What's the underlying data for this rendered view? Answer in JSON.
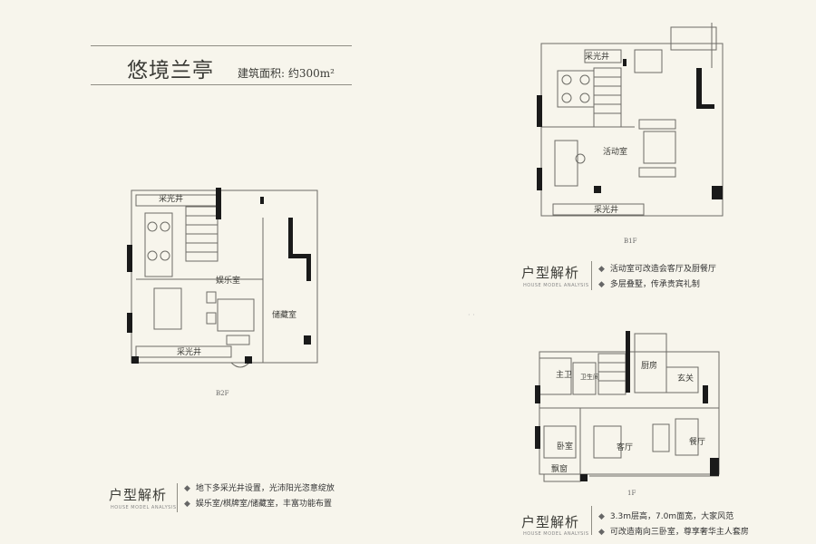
{
  "header": {
    "title": "悠境兰亭",
    "area": "建筑面积: 约300m²"
  },
  "floors": {
    "b2": {
      "caption": "B2F",
      "skylight_top": "采光井",
      "skylight_bottom": "采光井",
      "entertainment": "娱乐室",
      "storage": "储藏室"
    },
    "b1": {
      "caption": "B1F",
      "skylight_top": "采光井",
      "skylight_bottom": "采光井",
      "activity": "活动室"
    },
    "f1": {
      "caption": "1F",
      "master_bath": "主卫",
      "bath": "卫生间",
      "kitchen": "厨房",
      "foyer": "玄关",
      "bedroom": "卧室",
      "living": "客厅",
      "dining": "餐厅",
      "bay_window": "飘窗"
    }
  },
  "analysis_b2": {
    "heading": "户型解析",
    "subheading": "HOUSE MODEL ANALYSIS",
    "points": [
      "地下多采光井设置，光沛阳光恣意绽放",
      "娱乐室/棋牌室/储藏室，丰富功能布置"
    ]
  },
  "analysis_b1": {
    "heading": "户型解析",
    "subheading": "HOUSE MODEL ANALYSIS",
    "points": [
      "活动室可改造会客厅及厨餐厅",
      "多层叠墅，传承贵宾礼制"
    ]
  },
  "analysis_f1": {
    "heading": "户型解析",
    "subheading": "HOUSE MODEL ANALYSIS",
    "points": [
      "3.3m层高，7.0m面宽，大家风范",
      "可改造南向三卧室，尊享奢华主人套房"
    ]
  },
  "colors": {
    "background": "#f7f5ec",
    "wall": "#1a1a1a",
    "line": "#6d6c66"
  }
}
